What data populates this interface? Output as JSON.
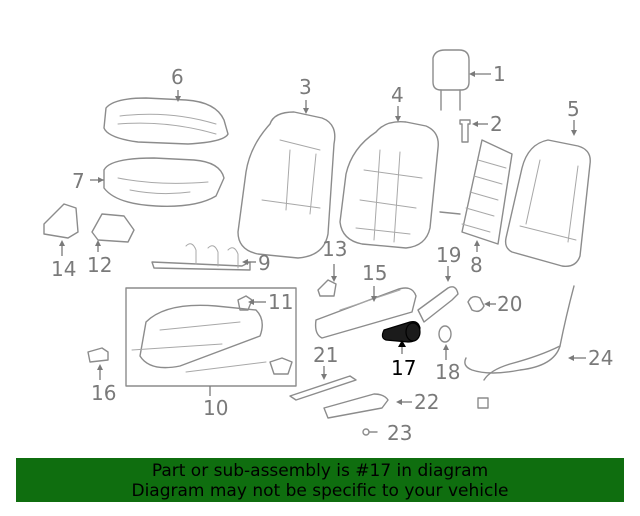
{
  "diagram": {
    "highlighted_part": "17",
    "callouts": [
      "1",
      "2",
      "3",
      "4",
      "5",
      "6",
      "7",
      "8",
      "9",
      "10",
      "11",
      "12",
      "13",
      "14",
      "15",
      "16",
      "17",
      "18",
      "19",
      "20",
      "21",
      "22",
      "23",
      "24"
    ]
  },
  "banner": {
    "line1": "Part or sub-assembly is #17 in diagram",
    "line2": "Diagram may not be specific to your vehicle",
    "background": "#0f6e0f"
  },
  "colors": {
    "line_art": "#8c8c8c",
    "highlight": "#000000"
  }
}
